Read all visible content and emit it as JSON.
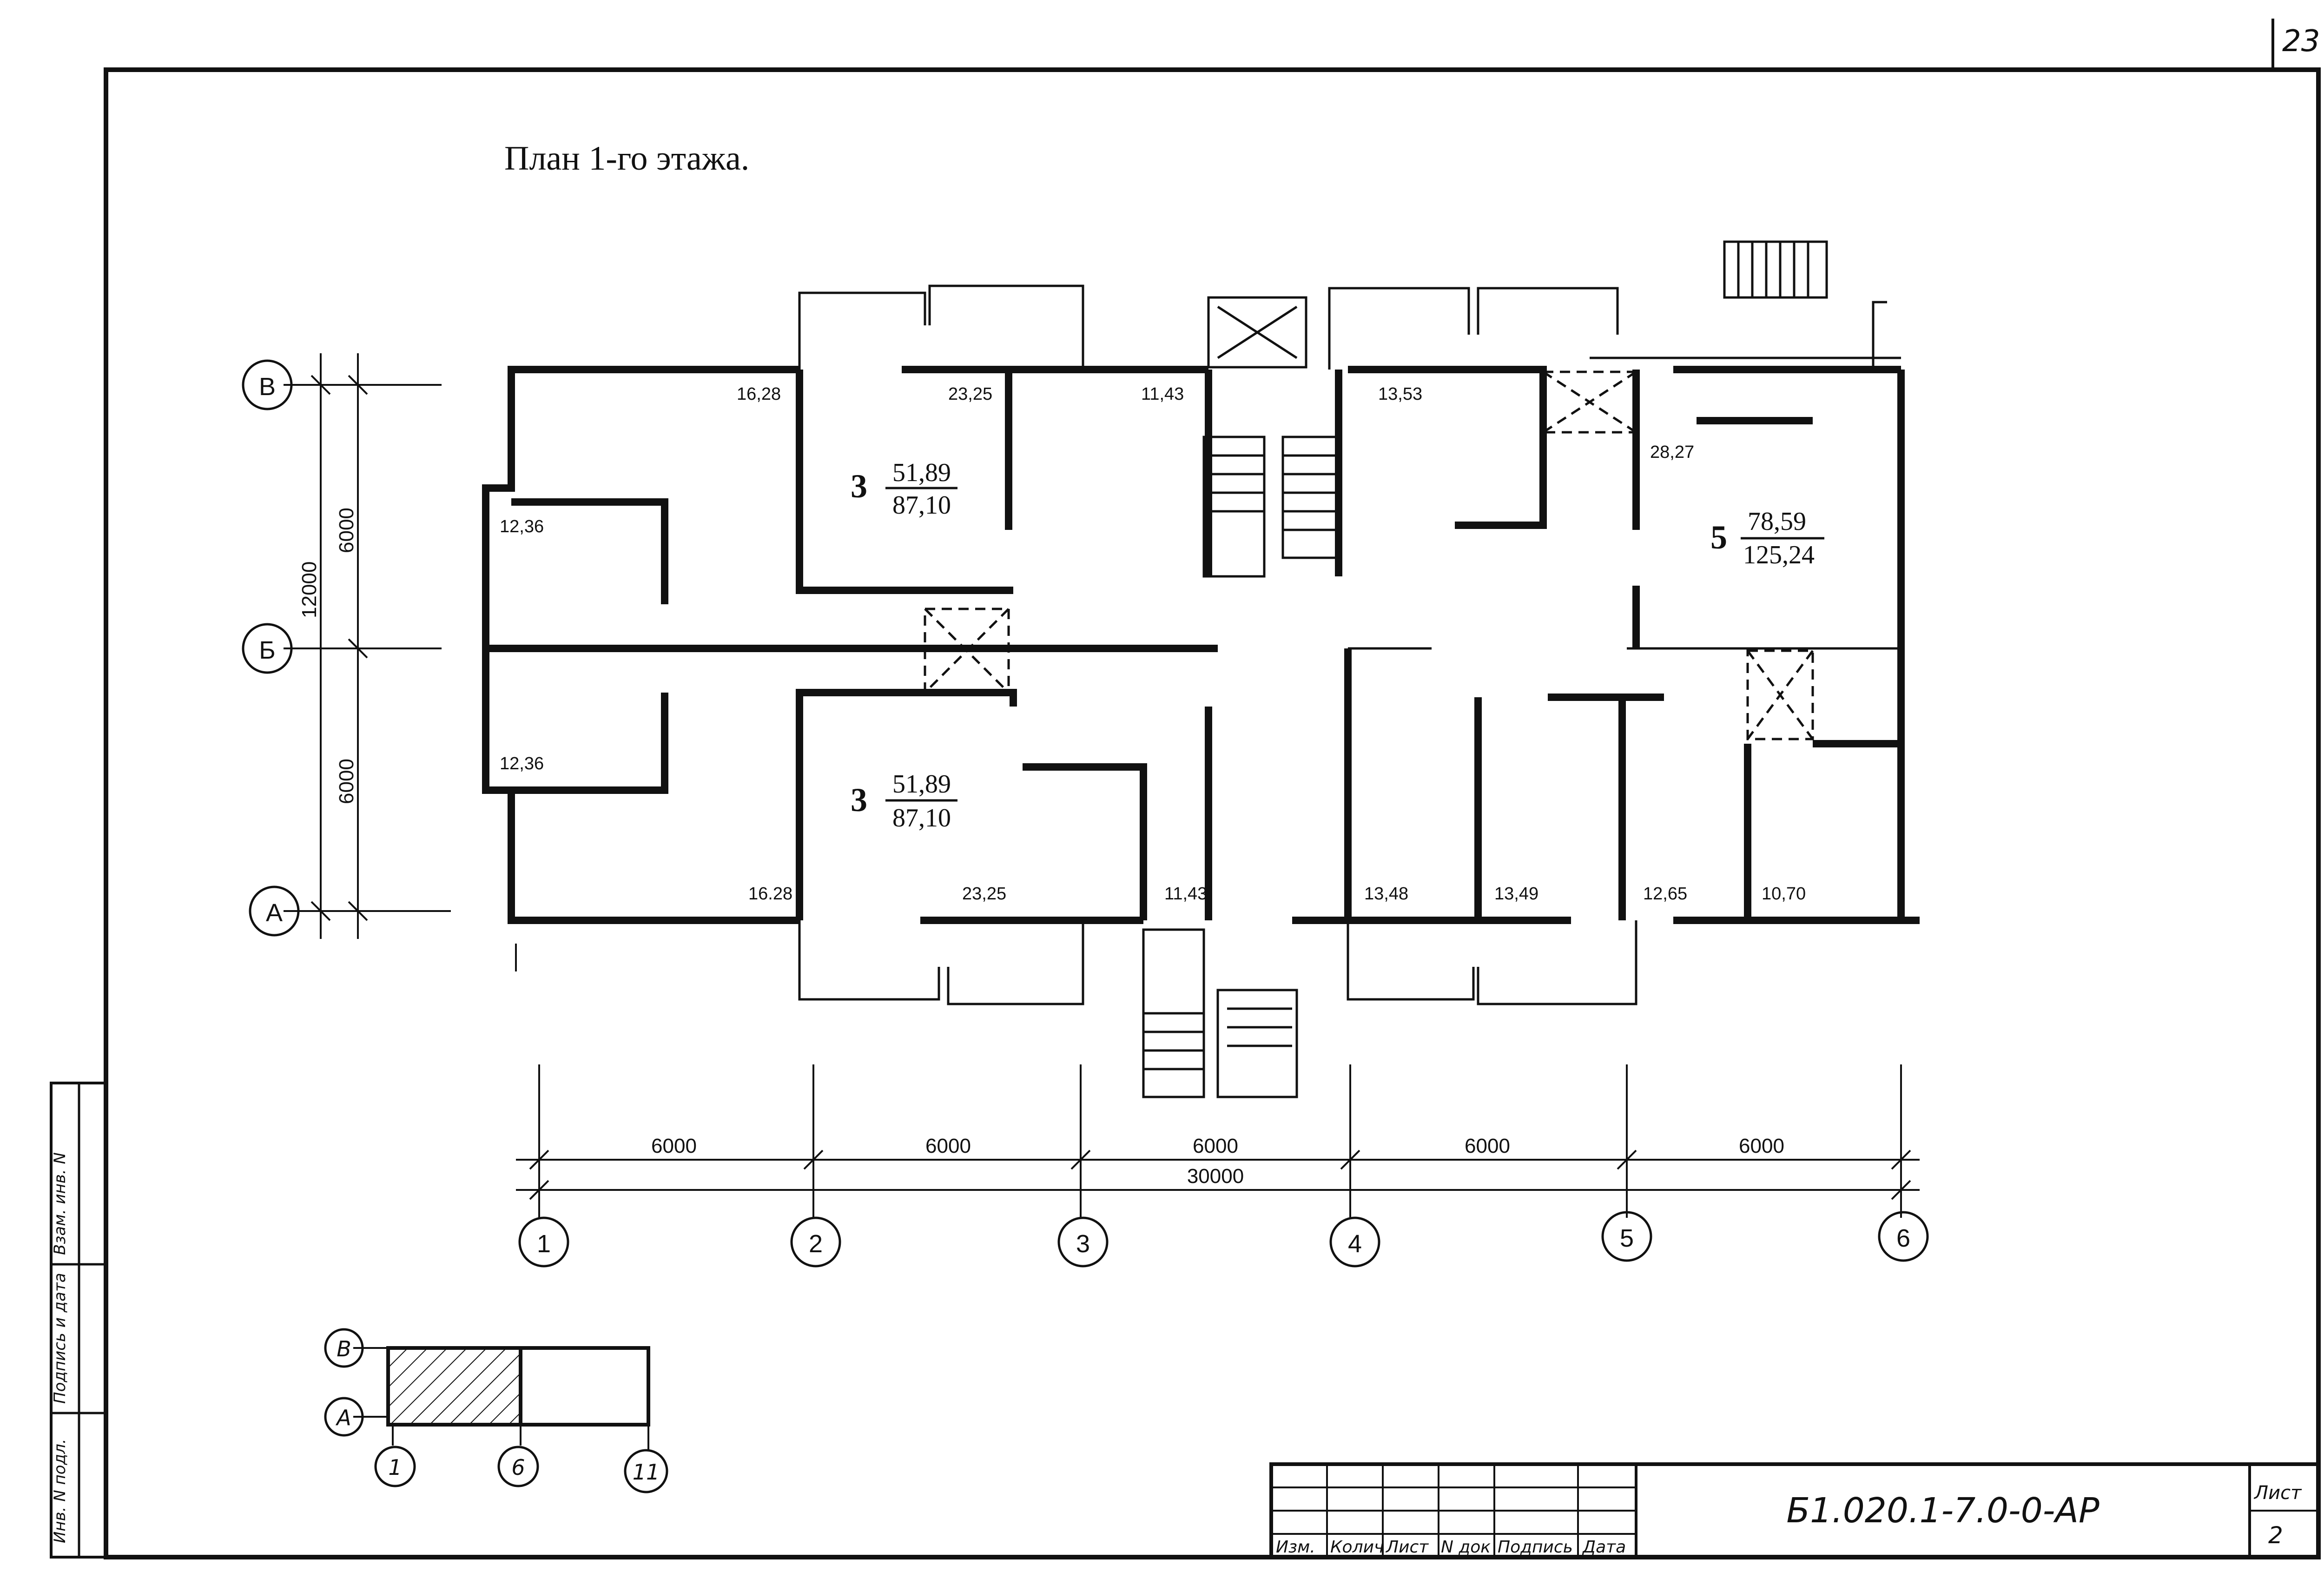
{
  "sheet_number_corner": "23",
  "title": "План 1-го этажа.",
  "axes": {
    "rows": [
      "В",
      "Б",
      "А"
    ],
    "columns": [
      "1",
      "2",
      "3",
      "4",
      "5",
      "6"
    ]
  },
  "dimensions": {
    "vertical_total": "12000",
    "vertical_spans": [
      "6000",
      "6000"
    ],
    "horizontal_spans": [
      "6000",
      "6000",
      "6000",
      "6000",
      "6000"
    ],
    "horizontal_total": "30000"
  },
  "apartments": [
    {
      "rooms": "3",
      "living": "51,89",
      "total": "87,10"
    },
    {
      "rooms": "3",
      "living": "51,89",
      "total": "87,10"
    },
    {
      "rooms": "5",
      "living": "78,59",
      "total": "125,24"
    }
  ],
  "room_areas": {
    "top": [
      "16,28",
      "23,25",
      "11,43",
      "13,53",
      "28,27"
    ],
    "left": [
      "12,36",
      "12,36"
    ],
    "bottom": [
      "16.28",
      "23,25",
      "11,43",
      "13,48",
      "13,49",
      "12,65",
      "10,70"
    ]
  },
  "key_plan": {
    "rows": [
      "В",
      "А"
    ],
    "columns": [
      "1",
      "6",
      "11"
    ]
  },
  "title_block": {
    "headers": [
      "Изм.",
      "Колич",
      "Лист",
      "N док",
      "Подпись",
      "Дата"
    ],
    "document_code": "Б1.020.1-7.0-0-АР",
    "sheet_label": "Лист",
    "sheet_value": "2"
  },
  "side_stamp": [
    "Инв. N подл.",
    "Подпись и дата",
    "Взам. инв. N"
  ]
}
